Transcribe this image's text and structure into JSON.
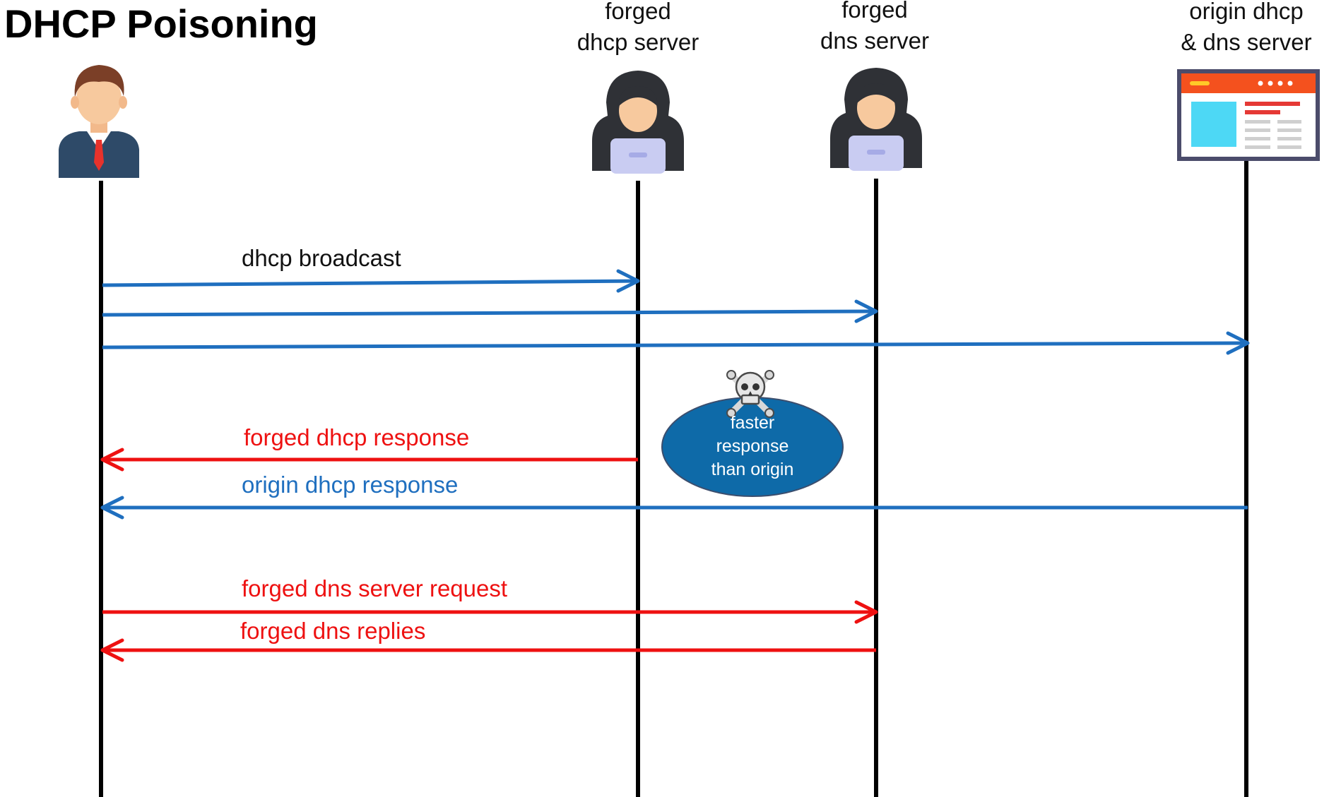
{
  "title": "DHCP Poisoning",
  "actors": [
    {
      "id": "client",
      "lines": [],
      "icon": "user-icon"
    },
    {
      "id": "forged-dhcp",
      "lines": [
        "forged",
        "dhcp server"
      ],
      "icon": "hacker-icon"
    },
    {
      "id": "forged-dns",
      "lines": [
        "forged",
        "dns server"
      ],
      "icon": "hacker-icon"
    },
    {
      "id": "origin",
      "lines": [
        "origin dhcp",
        "& dns server"
      ],
      "icon": "browser-window-icon"
    }
  ],
  "messages": [
    {
      "from": "client",
      "to": "forged-dhcp",
      "label": "dhcp broadcast",
      "color": "#1f6fbf"
    },
    {
      "from": "client",
      "to": "forged-dns",
      "label": "",
      "color": "#1f6fbf"
    },
    {
      "from": "client",
      "to": "origin",
      "label": "",
      "color": "#1f6fbf"
    },
    {
      "from": "forged-dhcp",
      "to": "client",
      "label": "forged dhcp response",
      "color": "#ee1111"
    },
    {
      "from": "origin",
      "to": "client",
      "label": "origin dhcp response",
      "color": "#1f6fbf"
    },
    {
      "from": "client",
      "to": "forged-dns",
      "label": "forged dns server request",
      "color": "#ee1111"
    },
    {
      "from": "forged-dns",
      "to": "client",
      "label": "forged dns replies",
      "color": "#ee1111"
    }
  ],
  "note": {
    "lines": [
      "faster",
      "response",
      "than origin"
    ],
    "icon": "skull-crossbones-icon",
    "fill": "#0e6aa8"
  },
  "colors": {
    "blue": "#1f6fbf",
    "red": "#ee1111",
    "lifeline": "#000000"
  }
}
